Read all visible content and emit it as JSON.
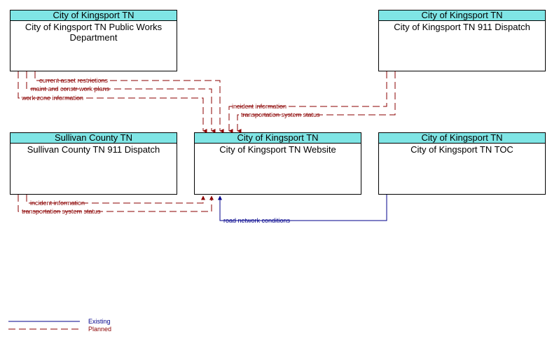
{
  "nodes": {
    "public_works": {
      "header": "City of Kingsport TN",
      "title": "City of Kingsport TN Public Works Department"
    },
    "dispatch_911": {
      "header": "City of Kingsport TN",
      "title": "City of Kingsport TN 911 Dispatch"
    },
    "sullivan": {
      "header": "Sullivan County TN",
      "title": "Sullivan County TN 911 Dispatch"
    },
    "website": {
      "header": "City of Kingsport TN",
      "title": "City of Kingsport TN Website"
    },
    "toc": {
      "header": "City of Kingsport TN",
      "title": "City of Kingsport TN TOC"
    }
  },
  "flows": {
    "current_asset_restrictions": "current asset restrictions",
    "maint_constr_work_plans": "maint and constr work plans",
    "work_zone_information": "work zone information",
    "dispatch_incident_information": "incident information",
    "dispatch_transportation_system_status": "transportation system status",
    "sullivan_incident_information": "incident information",
    "sullivan_transportation_system_status": "transportation system status",
    "road_network_conditions": "road network conditions"
  },
  "legend": {
    "existing": "Existing",
    "planned": "Planned"
  },
  "colors": {
    "existing": "#00008b",
    "planned": "#8b0000",
    "header_fill": "#7fe5e5"
  }
}
